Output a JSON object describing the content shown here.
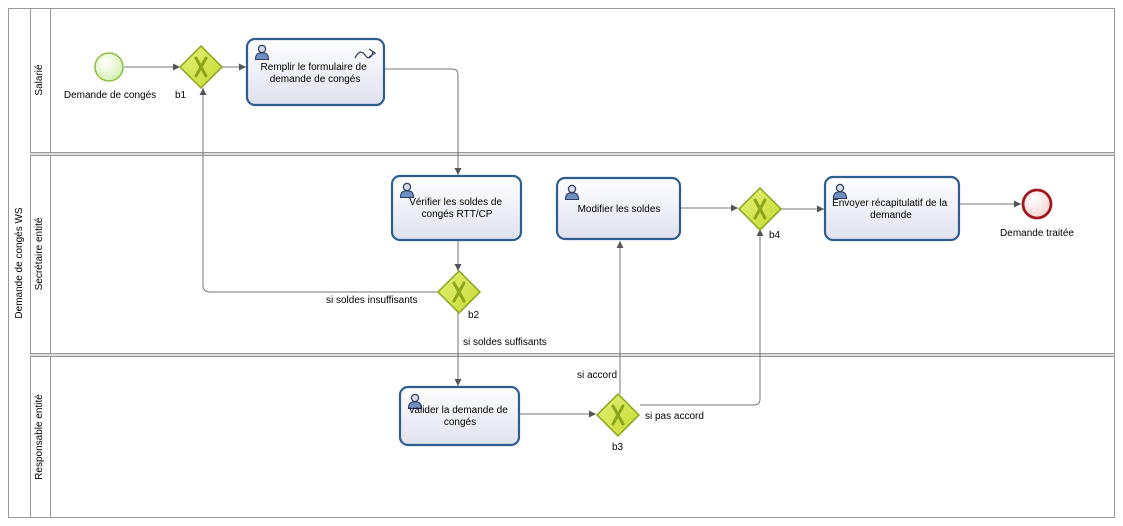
{
  "pool": {
    "name": "Demande de congés WS"
  },
  "lanes": [
    {
      "id": "salarie",
      "name": "Salarié"
    },
    {
      "id": "secretaire",
      "name": "Secrétaire entité"
    },
    {
      "id": "responsable",
      "name": "Responsable entité"
    }
  ],
  "events": {
    "start": {
      "label": "Demande de congés"
    },
    "end": {
      "label": "Demande traitée"
    }
  },
  "gateways": {
    "b1": "b1",
    "b2": "b2",
    "b3": "b3",
    "b4": "b4"
  },
  "tasks": {
    "remplir": {
      "lines": [
        "Remplir le formulaire de",
        "demande de congés"
      ]
    },
    "verifier": {
      "lines": [
        "Vérifier les soldes de",
        "congés RTT/CP"
      ]
    },
    "modifier": {
      "lines": [
        "Modifier les soldes"
      ]
    },
    "envoyer": {
      "lines": [
        "Envoyer récapitulatif de la",
        "demande"
      ]
    },
    "valider": {
      "lines": [
        "valider la demande de",
        "congés"
      ]
    }
  },
  "flows": {
    "insuffisants": "si soldes insuffisants",
    "suffisants": "si soldes suffisants",
    "accord": "si accord",
    "pas_accord": "si pas accord"
  },
  "colors": {
    "task_border": "#2e5e8f",
    "task_fill_top": "#ffffff",
    "task_fill_bottom": "#dfe1ef",
    "gateway_fill": "#cfe33a",
    "gateway_border": "#8aa51c",
    "start_fill": "#e7f7c8",
    "start_border": "#8cbf3a",
    "end_fill": "#fbe3e3",
    "end_border": "#a01822",
    "lane_border": "#999999",
    "flow": "#777777"
  }
}
